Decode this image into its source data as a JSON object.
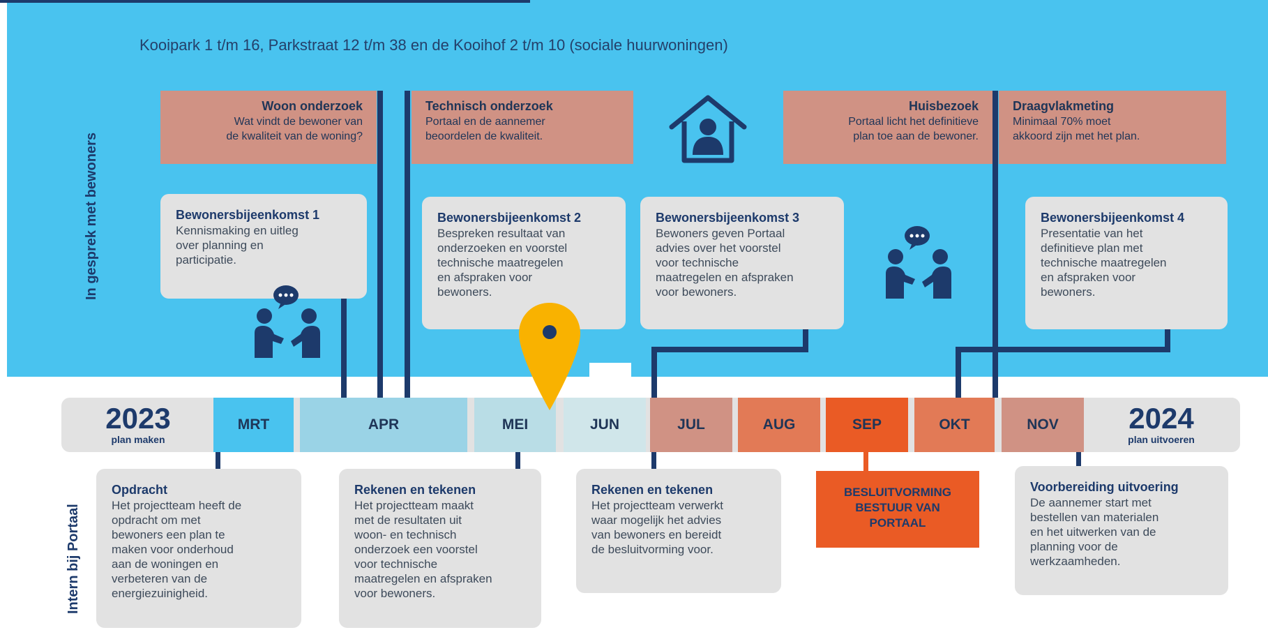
{
  "headline": "Kooipark 1 t/m 16, Parkstraat 12 t/m 38 en de Kooihof 2 t/m 10 (sociale huurwoningen)",
  "side_labels": {
    "top": "In gesprek met bewoners",
    "bottom": "Intern bij Portaal"
  },
  "top_boxes": [
    {
      "title": "Woon onderzoek",
      "lines": [
        "Wat vindt de bewoner van",
        "de kwaliteit van de woning?"
      ]
    },
    {
      "title": "Technisch onderzoek",
      "lines": [
        "Portaal en de aannemer",
        "beoordelen de kwaliteit."
      ]
    },
    {
      "title": "Huisbezoek",
      "lines": [
        "Portaal licht het definitieve",
        "plan toe aan de bewoner."
      ]
    },
    {
      "title": "Draagvlakmeting",
      "lines": [
        "Minimaal 70% moet",
        "akkoord zijn met het plan."
      ]
    }
  ],
  "meetings": [
    {
      "title": "Bewonersbijeenkomst 1",
      "lines": [
        "Kennismaking en uitleg",
        "over planning en",
        "participatie."
      ]
    },
    {
      "title": "Bewonersbijeenkomst 2",
      "lines": [
        "Bespreken resultaat van",
        "onderzoeken en voorstel",
        "technische maatregelen",
        "en afspraken voor",
        "bewoners."
      ]
    },
    {
      "title": "Bewonersbijeenkomst 3",
      "lines": [
        "Bewoners geven Portaal",
        "advies over het voorstel",
        "voor technische",
        "maatregelen en afspraken",
        "voor bewoners."
      ]
    },
    {
      "title": "Bewonersbijeenkomst 4",
      "lines": [
        "Presentatie van het",
        "definitieve plan met",
        "technische maatregelen",
        "en afspraken voor",
        "bewoners."
      ]
    }
  ],
  "timeline": {
    "start_year": "2023",
    "start_sub": "plan maken",
    "end_year": "2024",
    "end_sub": "plan uitvoeren",
    "months": [
      {
        "label": "MRT",
        "color": "#49c3ef"
      },
      {
        "label": "APR",
        "color": "#9ad3e6"
      },
      {
        "label": "MEI",
        "color": "#b9dde6"
      },
      {
        "label": "JUN",
        "color": "#d0e6ea"
      },
      {
        "label": "JUL",
        "color": "#d09284"
      },
      {
        "label": "AUG",
        "color": "#e27a56"
      },
      {
        "label": "SEP",
        "color": "#ea5b25"
      },
      {
        "label": "OKT",
        "color": "#e27a56"
      },
      {
        "label": "NOV",
        "color": "#d09284"
      }
    ]
  },
  "internal": [
    {
      "title": "Opdracht",
      "lines": [
        "Het projectteam heeft de",
        "opdracht om met",
        "bewoners een plan te",
        "maken voor onderhoud",
        "aan de woningen en",
        "verbeteren van de",
        "energiezuinigheid."
      ]
    },
    {
      "title": "Rekenen en tekenen",
      "lines": [
        "Het projectteam maakt",
        "met de resultaten uit",
        "woon- en technisch",
        "onderzoek een voorstel",
        "voor technische",
        "maatregelen en afspraken",
        "voor bewoners."
      ]
    },
    {
      "title": "Rekenen en tekenen",
      "lines": [
        "Het projectteam verwerkt",
        "waar mogelijk het advies",
        "van bewoners en bereidt",
        "de besluitvorming voor."
      ]
    },
    {
      "title": "Voorbereiding uitvoering",
      "lines": [
        "De aannemer start met",
        "bestellen van materialen",
        "en het uitwerken van de",
        "planning voor de",
        "werkzaamheden."
      ]
    }
  ],
  "decision": {
    "lines": [
      "BESLUITVORMING",
      "BESTUUR VAN",
      "PORTAAL"
    ]
  },
  "colors": {
    "sky": "#49c3ef",
    "navy": "#1d3a6b",
    "salmon": "#d09284",
    "orange": "#ea5b25",
    "pin": "#f9b200",
    "grey": "#e2e2e2"
  },
  "icons": [
    "house-person-icon",
    "people-talking-icon",
    "location-pin-icon"
  ]
}
